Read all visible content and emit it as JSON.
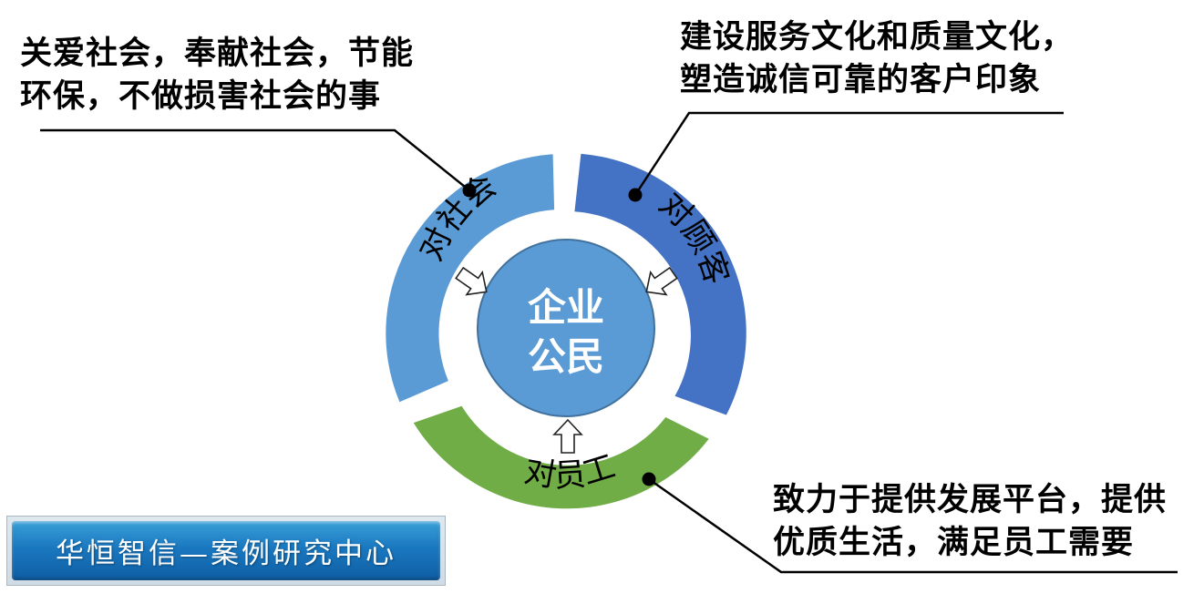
{
  "center": {
    "line1": "企业",
    "line2": "公民"
  },
  "segments": {
    "society": {
      "label": "对社会",
      "color": "#5b9bd5"
    },
    "customer": {
      "label": "对顾客",
      "color": "#4472c4"
    },
    "employee": {
      "label": "对员工",
      "color": "#70ad47"
    }
  },
  "callouts": {
    "society": {
      "line1": "关爱社会，奉献社会，节能",
      "line2": "环保，不做损害社会的事"
    },
    "customer": {
      "line1": "建设服务文化和质量文化，",
      "line2": "塑造诚信可靠的客户印象"
    },
    "employee": {
      "line1": "致力于提供发展平台，提供",
      "line2": "优质生活，满足员工需要"
    }
  },
  "banner": {
    "text": "华恒智信—案例研究中心"
  },
  "colors": {
    "center_circle": "#5b9bd5",
    "center_circle_border": "#41719c"
  }
}
